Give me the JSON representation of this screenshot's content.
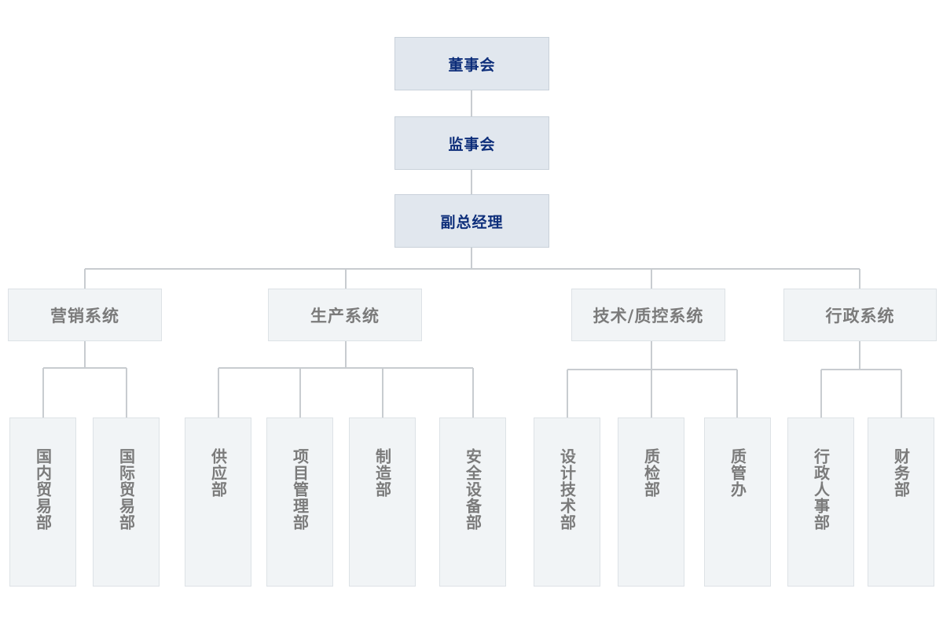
{
  "org_chart": {
    "top": [
      {
        "label": "董事会"
      },
      {
        "label": "监事会"
      },
      {
        "label": "副总经理"
      }
    ],
    "systems": [
      {
        "label": "营销系统",
        "departments": [
          "国内贸易部",
          "国际贸易部"
        ]
      },
      {
        "label": "生产系统",
        "departments": [
          "供应部",
          "项目管理部",
          "制造部",
          "安全设备部"
        ]
      },
      {
        "label": "技术/质控系统",
        "departments": [
          "设计技术部",
          "质检部",
          "质管办"
        ]
      },
      {
        "label": "行政系统",
        "departments": [
          "行政人事部",
          "财务部"
        ]
      }
    ]
  },
  "colors": {
    "top_box_bg": "#e1e7ee",
    "top_box_text": "#0d2e7a",
    "sub_box_bg": "#f1f4f6",
    "sub_box_text": "#7b7b7b",
    "connector": "#c8ccd0"
  }
}
